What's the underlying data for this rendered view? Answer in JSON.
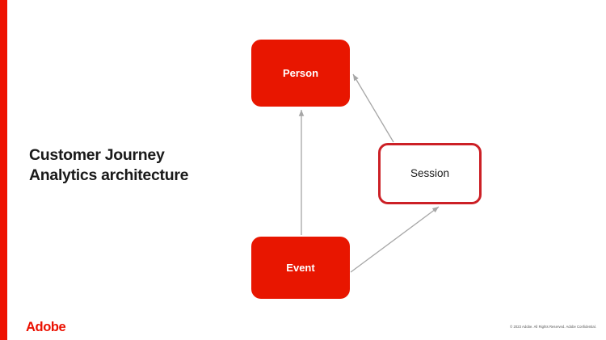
{
  "slide": {
    "title": "Customer Journey\nAnalytics architecture",
    "accent_color": "#EE1100",
    "background_color": "#FFFFFF"
  },
  "branding": {
    "logo_text": "Adobe",
    "logo_color": "#EB1000"
  },
  "footer": {
    "copyright": "© 2023 Adobe. All Rights Reserved. Adobe Confidential."
  },
  "diagram": {
    "type": "entity-relationship",
    "nodes": [
      {
        "id": "person",
        "label": "Person",
        "style": "filled",
        "fill": "#E81600",
        "text_color": "#FFFFFF"
      },
      {
        "id": "event",
        "label": "Event",
        "style": "filled",
        "fill": "#E81600",
        "text_color": "#FFFFFF"
      },
      {
        "id": "session",
        "label": "Session",
        "style": "outline",
        "fill": "#FFFFFF",
        "border": "#CC2026",
        "text_color": "#1A1A1A"
      }
    ],
    "edges": [
      {
        "id": "session-to-person",
        "from": "session",
        "to": "person",
        "color": "#A6A6A6"
      },
      {
        "id": "event-to-person",
        "from": "event",
        "to": "person",
        "color": "#A6A6A6"
      },
      {
        "id": "event-to-session",
        "from": "event",
        "to": "session",
        "color": "#A6A6A6"
      }
    ]
  }
}
